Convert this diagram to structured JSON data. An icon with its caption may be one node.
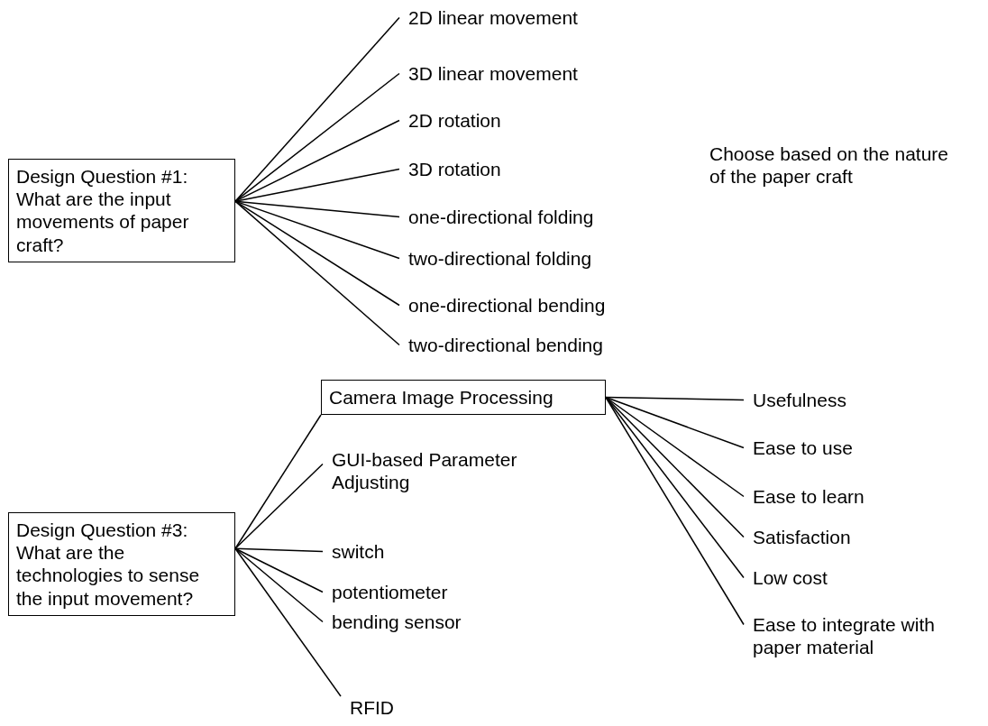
{
  "diagram": {
    "nodes": [
      {
        "text": [
          "Design Question #1: What are the input movements of paper craft?"
        ]
      },
      {
        "text": [
          "2D linear movement"
        ]
      },
      {
        "text": [
          "3D linear movement"
        ]
      },
      {
        "text": [
          "2D rotation"
        ]
      },
      {
        "text": [
          "3D rotation"
        ]
      },
      {
        "text": [
          "one-directional folding"
        ]
      },
      {
        "text": [
          "two-directional folding"
        ]
      },
      {
        "text": [
          "one-directional bending"
        ]
      },
      {
        "text": [
          "two-directional bending"
        ]
      },
      {
        "text": [
          "Design Question #3: What are the technologies to sense the input movement?"
        ]
      },
      {
        "text": [
          "Camera Image Processing"
        ]
      },
      {
        "text": [
          "GUI-based Parameter Adjusting"
        ]
      },
      {
        "text": [
          "switch"
        ]
      },
      {
        "text": [
          "potentiometer"
        ]
      },
      {
        "text": [
          "bending sensor"
        ]
      },
      {
        "text": [
          "RFID"
        ]
      },
      {
        "text": [
          "Usefulness"
        ]
      },
      {
        "text": [
          "Ease to use"
        ]
      },
      {
        "text": [
          "Ease to learn"
        ]
      },
      {
        "text": [
          "Satisfaction"
        ]
      },
      {
        "text": [
          "Low cost"
        ]
      },
      {
        "text": [
          "Ease to integrate with paper material"
        ]
      }
    ],
    "edges": [
      {
        "from": 0,
        "to": 1,
        "arrow": "none"
      },
      {
        "from": 0,
        "to": 2,
        "arrow": "none"
      },
      {
        "from": 0,
        "to": 3,
        "arrow": "none"
      },
      {
        "from": 0,
        "to": 4,
        "arrow": "none"
      },
      {
        "from": 0,
        "to": 5,
        "arrow": "none"
      },
      {
        "from": 0,
        "to": 6,
        "arrow": "none"
      },
      {
        "from": 0,
        "to": 7,
        "arrow": "none"
      },
      {
        "from": 0,
        "to": 8,
        "arrow": "none"
      },
      {
        "from": 9,
        "to": 10,
        "arrow": "none"
      },
      {
        "from": 9,
        "to": 11,
        "arrow": "none"
      },
      {
        "from": 9,
        "to": 12,
        "arrow": "none"
      },
      {
        "from": 9,
        "to": 13,
        "arrow": "none"
      },
      {
        "from": 9,
        "to": 14,
        "arrow": "none"
      },
      {
        "from": 9,
        "to": 15,
        "arrow": "none"
      },
      {
        "from": 10,
        "to": 16,
        "arrow": "none"
      },
      {
        "from": 10,
        "to": 17,
        "arrow": "none"
      },
      {
        "from": 10,
        "to": 18,
        "arrow": "none"
      },
      {
        "from": 10,
        "to": 19,
        "arrow": "none"
      },
      {
        "from": 10,
        "to": 20,
        "arrow": "none"
      },
      {
        "from": 10,
        "to": 21,
        "arrow": "none"
      }
    ],
    "labels": [
      "Choose based on the nature of the paper craft"
    ]
  }
}
